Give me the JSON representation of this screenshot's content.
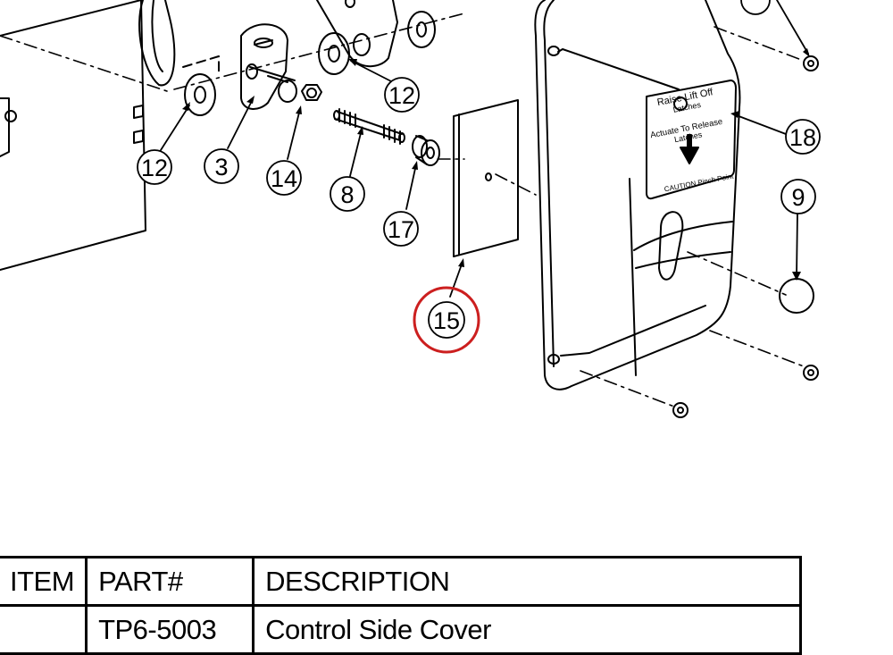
{
  "callouts": {
    "c12a": "12",
    "c3": "3",
    "c14": "14",
    "c8": "8",
    "c12b": "12",
    "c17": "17",
    "c15": "15",
    "c18": "18",
    "c9": "9"
  },
  "highlight_color": "#cc1f1f",
  "decal": {
    "line1": "Raise Lift Off",
    "line2": "Latches",
    "line3": "Actuate To Release",
    "line4": "Latches",
    "line5": "CAUTION Pinch Point"
  },
  "table": {
    "headers": {
      "item": "ITEM",
      "part": "PART#",
      "description": "DESCRIPTION"
    },
    "rows": [
      {
        "item": "",
        "part": "TP6-5003",
        "description": "Control Side Cover"
      }
    ]
  }
}
